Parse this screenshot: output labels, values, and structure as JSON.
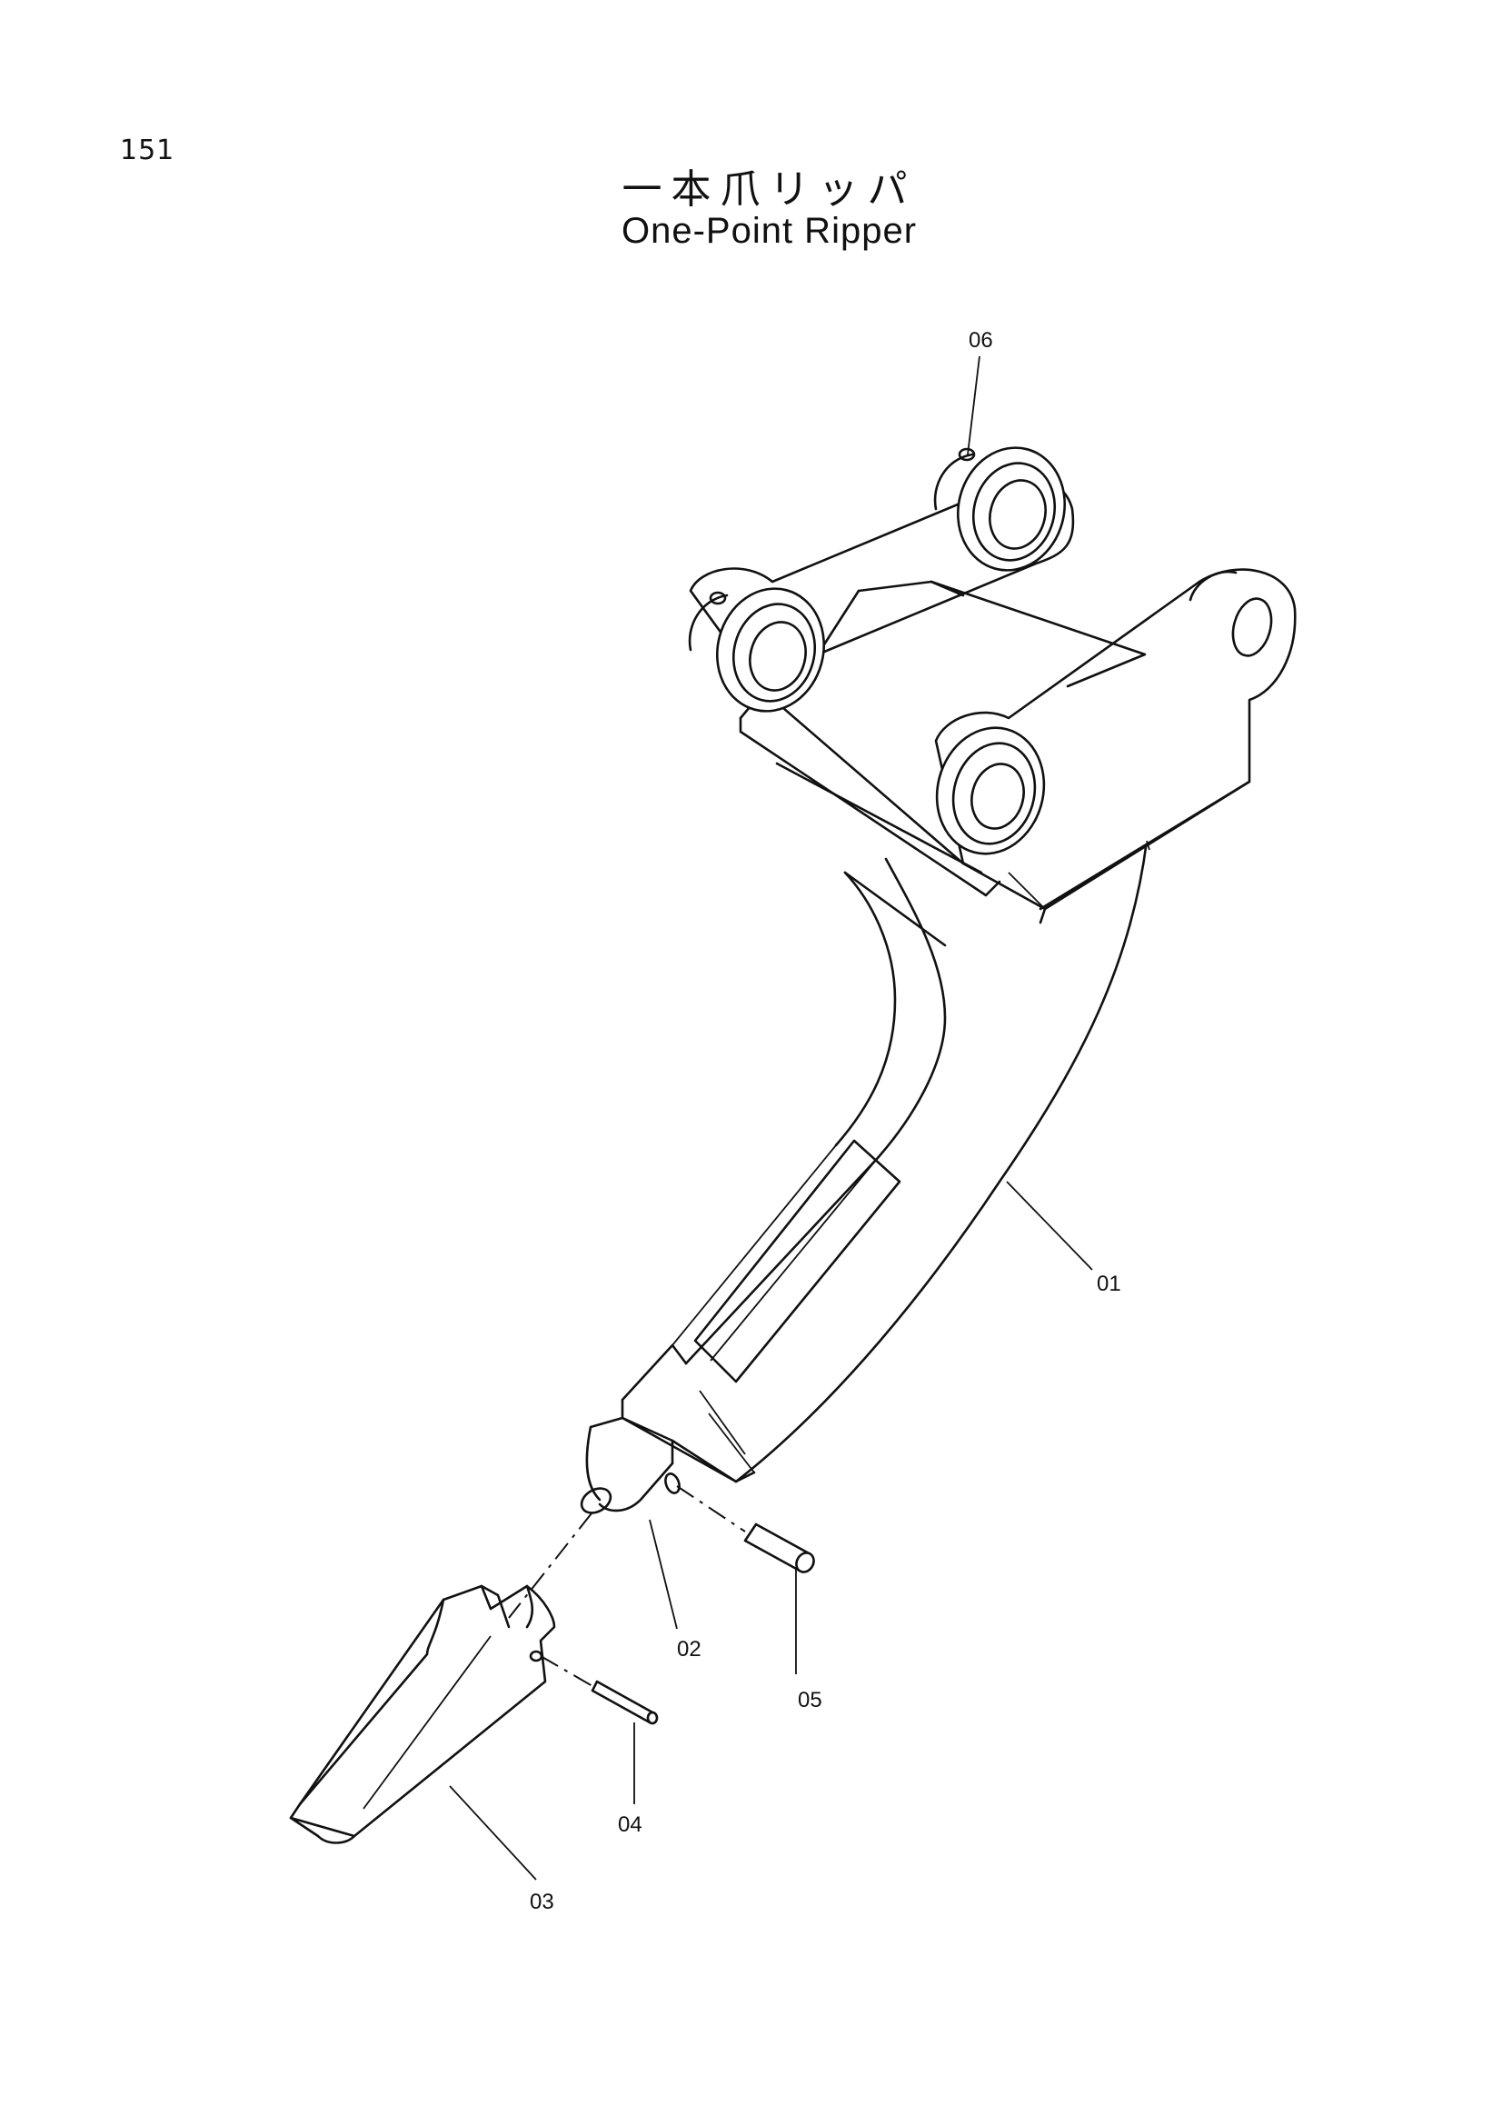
{
  "page": {
    "number": "151",
    "title_jp": "一本爪リッパ",
    "title_en": "One-Point Ripper"
  },
  "callouts": [
    {
      "id": "06",
      "label": "06"
    },
    {
      "id": "01",
      "label": "01"
    },
    {
      "id": "02",
      "label": "02"
    },
    {
      "id": "05",
      "label": "05"
    },
    {
      "id": "04",
      "label": "04"
    },
    {
      "id": "03",
      "label": "03"
    }
  ]
}
